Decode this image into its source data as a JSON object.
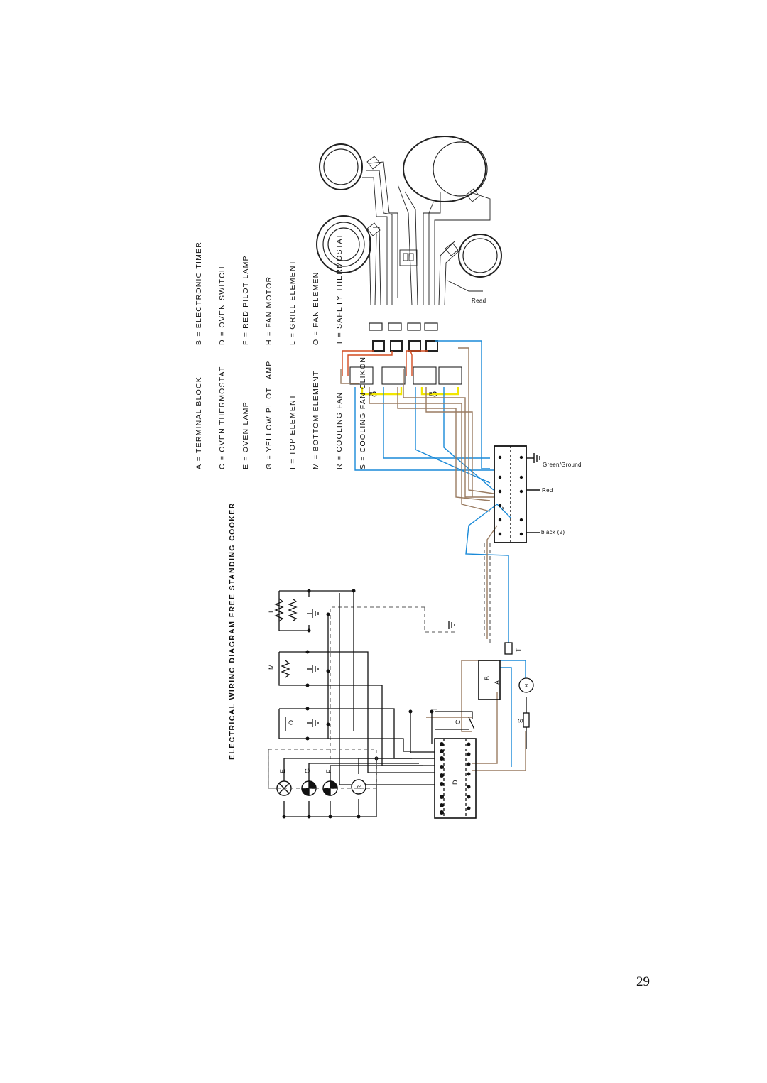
{
  "diagram": {
    "title": "ELECTRICAL WIRING DIAGRAM FREE STANDING COOKER",
    "legend_col1": [
      "A = TERMINAL BLOCK",
      "C = OVEN THERMOSTAT",
      "E = OVEN LAMP",
      "G = YELLOW PILOT LAMP",
      "I = TOP ELEMENT",
      "M = BOTTOM ELEMENT",
      "R = COOLING FAN",
      "S = COOLING FAN CLIKON"
    ],
    "legend_col2": [
      "B = ELECTRONIC TIMER",
      "D = OVEN SWITCH",
      "F = RED PILOT LAMP",
      "H = FAN MOTOR",
      "L = GRILL ELEMENT",
      "O = FAN ELEMEN",
      "T = SAFETY THERMOSTAT"
    ],
    "terminal_labels": {
      "ground": "Green/Ground",
      "red": "Red",
      "black": "black (2)",
      "hob_red": "Read"
    },
    "component_letters": {
      "I": "I",
      "M": "M",
      "O": "O",
      "E": "E",
      "G": "G",
      "F": "F",
      "R": "R",
      "T": "T",
      "S": "S",
      "B": "B",
      "A": "A",
      "C": "C",
      "D": "D",
      "L": "L",
      "H": "H"
    }
  },
  "page": {
    "number": "29"
  },
  "colors": {
    "blue": "#1a8ad8",
    "brown": "#9a7c62",
    "orange": "#d24a1e",
    "yellow": "#f2e600",
    "black": "#111111"
  }
}
